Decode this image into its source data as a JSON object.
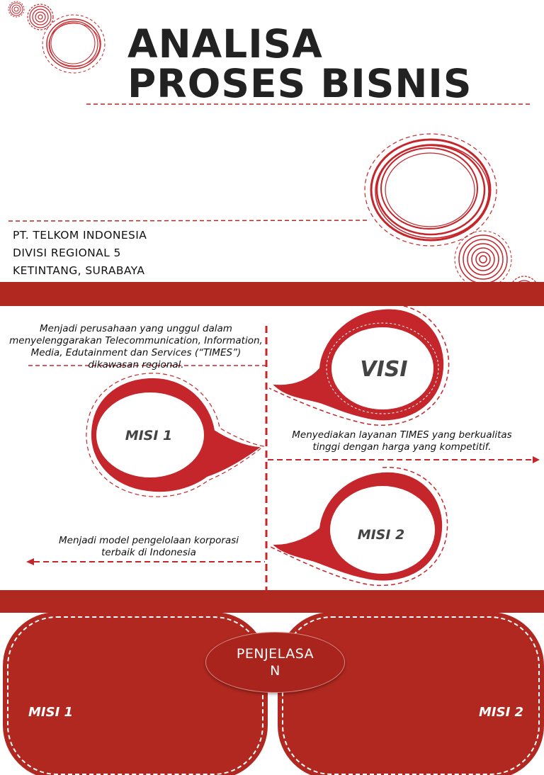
{
  "slide": {
    "title_line1": "ANALISA",
    "title_line2": "PROSES BISNIS",
    "company": [
      "PT. TELKOM INDONESIA",
      "DIVISI REGIONAL 5",
      "KETINTANG, SURABAYA"
    ]
  },
  "visi": {
    "label": "VISI",
    "text": "Menjadi perusahaan yang unggul dalam menyelenggarakan Telecommunication, Information, Media, Edutainment dan Services (“TIMES”) dikawasan regional."
  },
  "misi1": {
    "label": "MISI 1",
    "text": "Menyediakan layanan TIMES yang berkualitas tinggi dengan harga yang kompetitif."
  },
  "misi2": {
    "label": "MISI 2",
    "text": "Menjadi model pengelolaan korporasi terbaik di Indonesia"
  },
  "bottom": {
    "center_label": "PENJELASAN",
    "left_label": "MISI 1",
    "right_label": "MISI 2"
  },
  "colors": {
    "accent": "#b0281f",
    "scribble": "#c4262b",
    "text": "#222222"
  }
}
